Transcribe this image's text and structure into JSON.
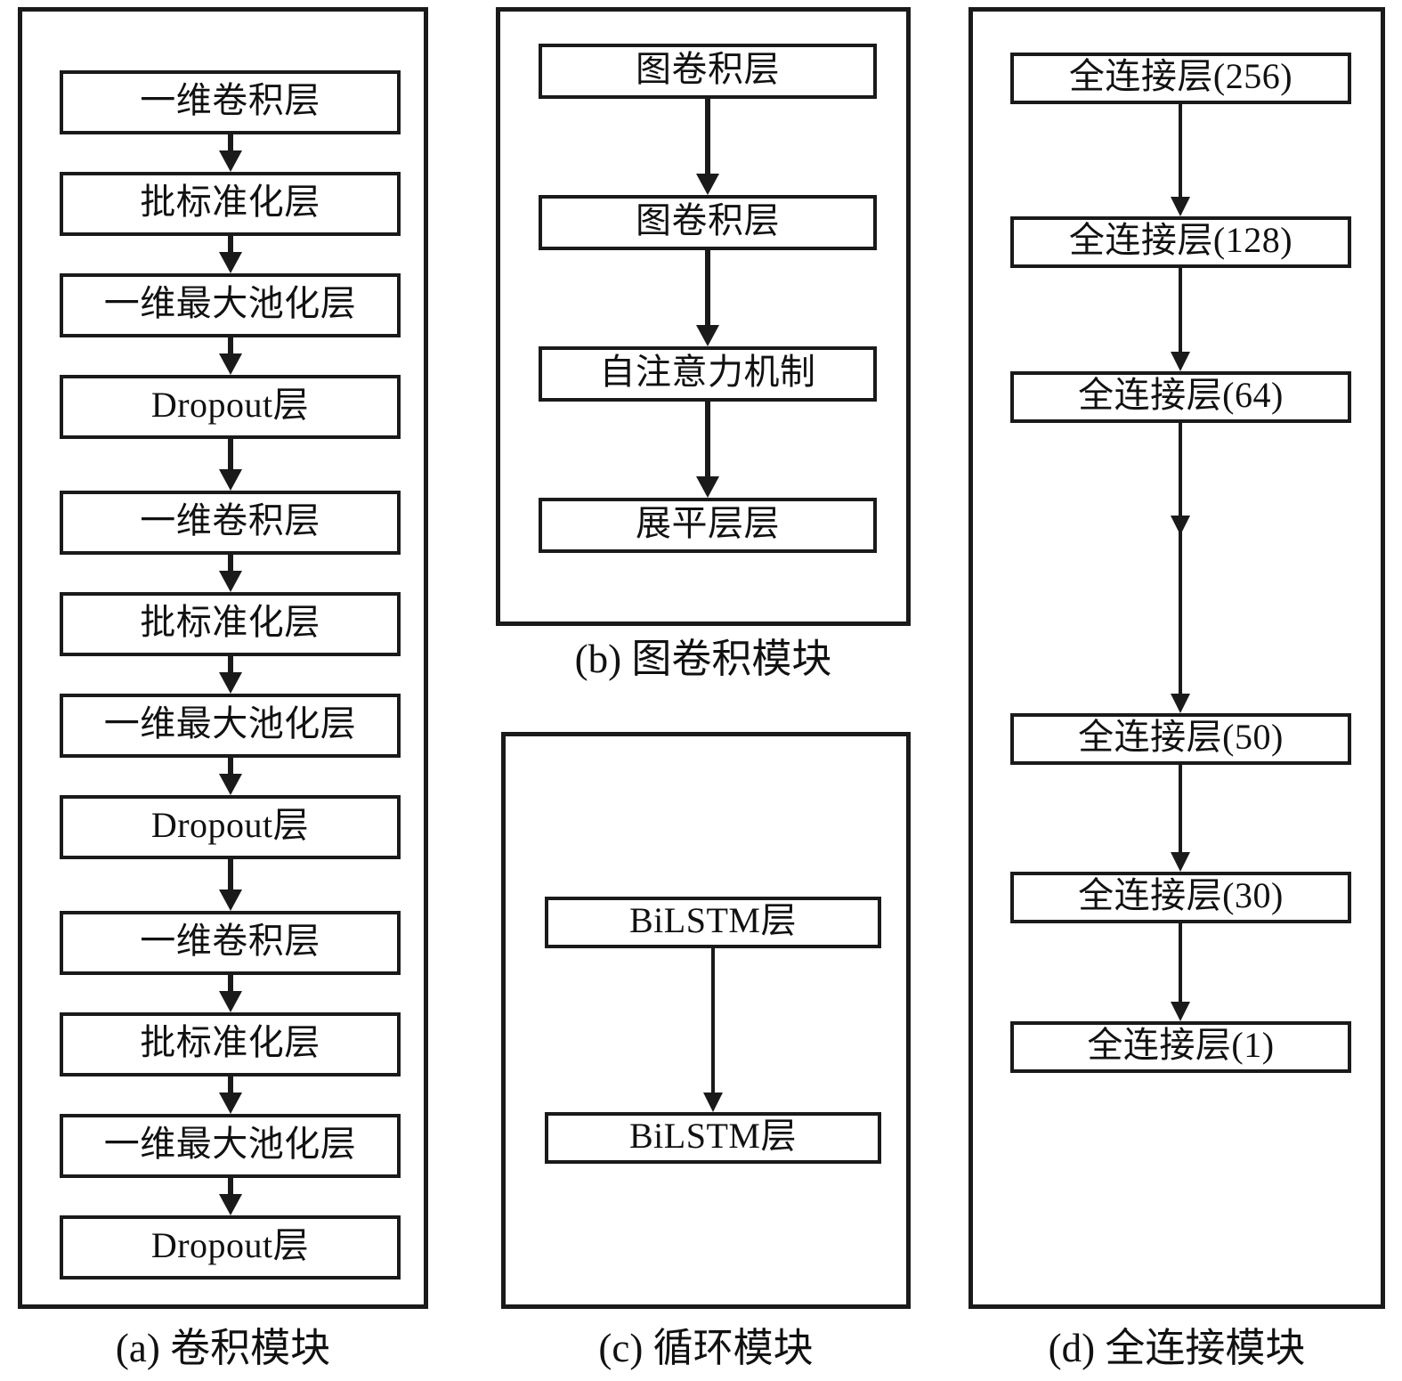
{
  "figure": {
    "type": "flowchart-diagram",
    "background_color": "#ffffff",
    "line_color": "#1a1a1a",
    "panels": [
      {
        "id": "a",
        "caption": "(a) 卷积模块",
        "nodes": [
          {
            "label": "一维卷积层"
          },
          {
            "label": "批标准化层"
          },
          {
            "label": "一维最大池化层"
          },
          {
            "label": "Dropout层"
          },
          {
            "label": "一维卷积层"
          },
          {
            "label": "批标准化层"
          },
          {
            "label": "一维最大池化层"
          },
          {
            "label": "Dropout层"
          },
          {
            "label": "一维卷积层"
          },
          {
            "label": "批标准化层"
          },
          {
            "label": "一维最大池化层"
          },
          {
            "label": "Dropout层"
          }
        ]
      },
      {
        "id": "b",
        "caption": "(b) 图卷积模块",
        "nodes": [
          {
            "label": "图卷积层"
          },
          {
            "label": "图卷积层"
          },
          {
            "label": "自注意力机制"
          },
          {
            "label": "展平层层"
          }
        ]
      },
      {
        "id": "c",
        "caption": "(c) 循环模块",
        "nodes": [
          {
            "label": "BiLSTM层"
          },
          {
            "label": "BiLSTM层"
          }
        ]
      },
      {
        "id": "d",
        "caption": "(d) 全连接模块",
        "nodes": [
          {
            "label": "全连接层(256)"
          },
          {
            "label": "全连接层(128)"
          },
          {
            "label": "全连接层(64)"
          },
          {
            "label": "全连接层(50)"
          },
          {
            "label": "全连接层(30)"
          },
          {
            "label": "全连接层(1)"
          }
        ]
      }
    ]
  }
}
